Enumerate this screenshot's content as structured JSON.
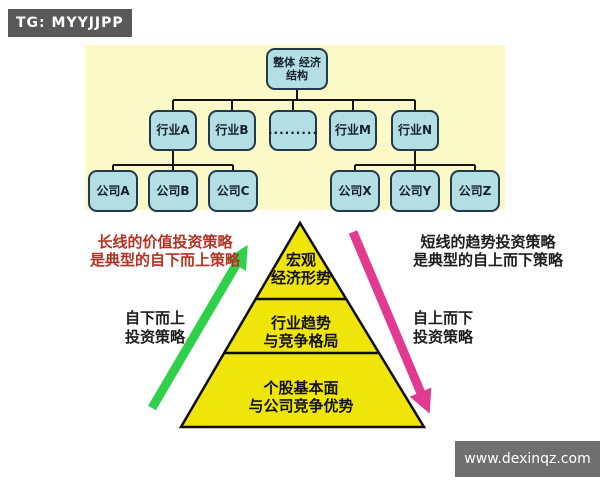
{
  "badge": {
    "text": "TG: MYYJJPP"
  },
  "watermark": {
    "text": "www.dexinqz.com"
  },
  "tree": {
    "root": {
      "line1": "整体",
      "line2": "经济结构"
    },
    "industries": [
      "行业A",
      "行业B",
      ".........",
      "行业M",
      "行业N"
    ],
    "companies_left": [
      "公司A",
      "公司B",
      "公司C"
    ],
    "companies_right": [
      "公司X",
      "公司Y",
      "公司Z"
    ]
  },
  "pyramid": {
    "levels": [
      {
        "line1": "宏观",
        "line2": "经济形势"
      },
      {
        "line1": "行业趋势",
        "line2": "与竞争格局"
      },
      {
        "line1": "个股基本面",
        "line2": "与公司竞争优势"
      }
    ]
  },
  "annotations": {
    "left_strategy": {
      "line1": "长线的价值投资策略",
      "line2": "是典型的自下而上策略"
    },
    "right_strategy": {
      "line1": "短线的趋势投资策略",
      "line2": "是典型的自上而下策略"
    },
    "left_label": {
      "line1": "自下而上",
      "line2": "投资策略"
    },
    "right_label": {
      "line1": "自上而下",
      "line2": "投资策略"
    }
  },
  "colors": {
    "panel_bg": "#fbf9c8",
    "node_fill": "#b3dee4",
    "node_border": "#22394b",
    "pyramid_fill": "#f0e50a",
    "green_arrow": "#2fd14b",
    "pink_arrow": "#e13a90",
    "red_text": "#b23324",
    "badge_bg": "#59595b",
    "watermark_bg": "#6f6f6f"
  }
}
